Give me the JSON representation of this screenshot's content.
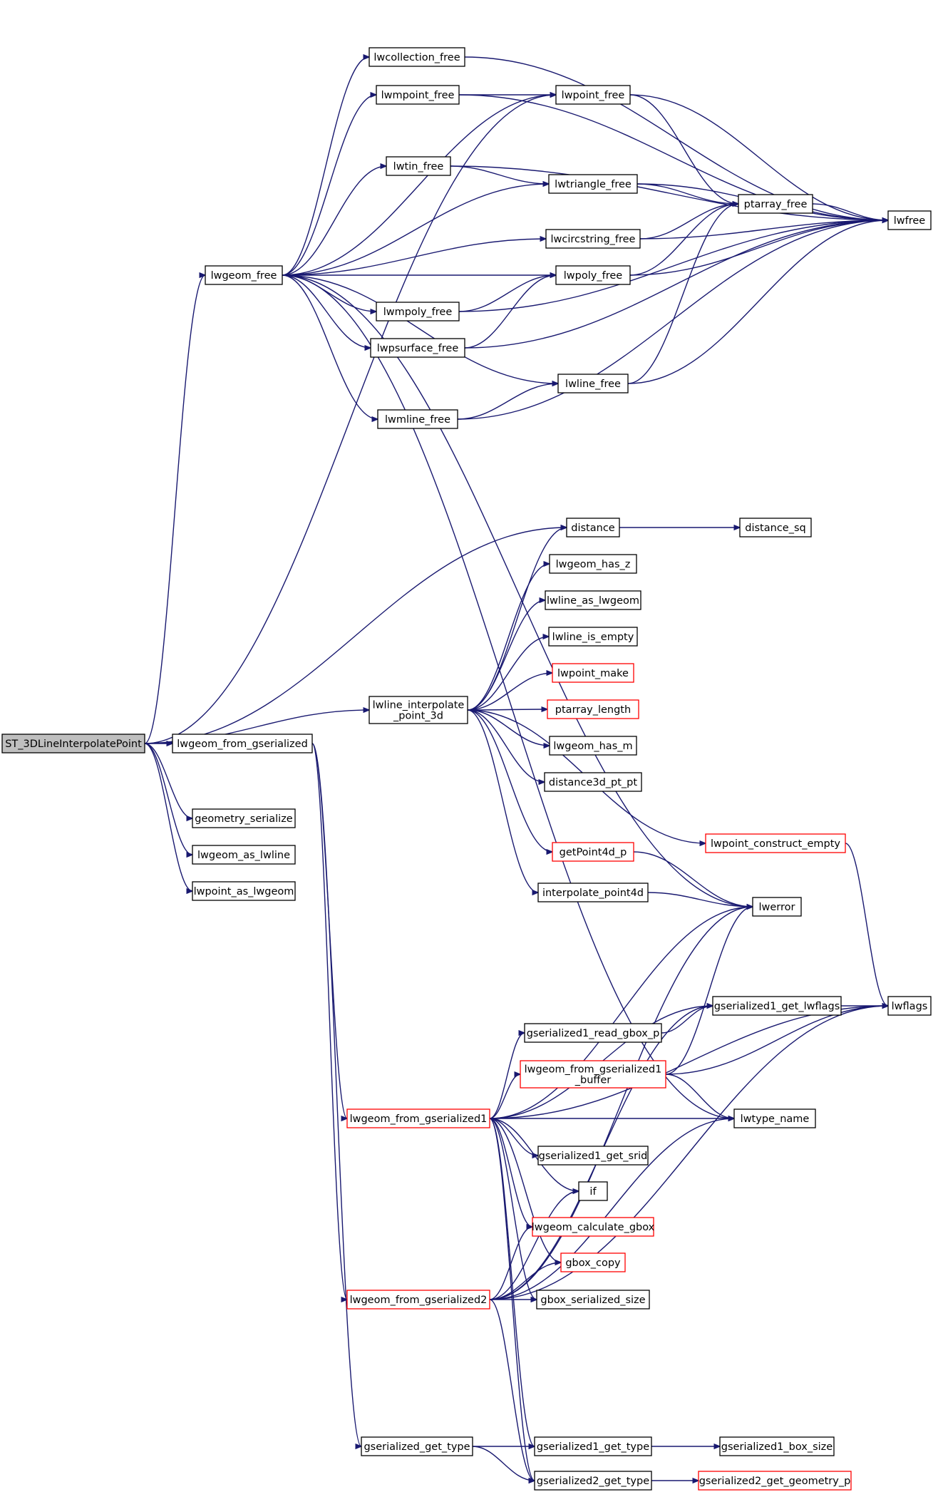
{
  "nodes": [
    {
      "id": "n0",
      "lines": [
        "ST_3DLineInterpolatePoint"
      ],
      "root": true
    },
    {
      "id": "n1",
      "lines": [
        "lwgeom_free"
      ]
    },
    {
      "id": "n2",
      "lines": [
        "lwcollection_free"
      ]
    },
    {
      "id": "n3",
      "lines": [
        "lwmpoint_free"
      ]
    },
    {
      "id": "n4",
      "lines": [
        "lwpoint_free"
      ]
    },
    {
      "id": "n5",
      "lines": [
        "lwfree"
      ]
    },
    {
      "id": "n6",
      "lines": [
        "lwtin_free"
      ]
    },
    {
      "id": "n7",
      "lines": [
        "lwtriangle_free"
      ]
    },
    {
      "id": "n8",
      "lines": [
        "ptarray_free"
      ]
    },
    {
      "id": "n9",
      "lines": [
        "lwcircstring_free"
      ]
    },
    {
      "id": "n10",
      "lines": [
        "lwpoly_free"
      ]
    },
    {
      "id": "n11",
      "lines": [
        "lwmpoly_free"
      ]
    },
    {
      "id": "n12",
      "lines": [
        "lwpsurface_free"
      ]
    },
    {
      "id": "n13",
      "lines": [
        "lwline_free"
      ]
    },
    {
      "id": "n14",
      "lines": [
        "lwmline_free"
      ]
    },
    {
      "id": "n15",
      "lines": [
        "distance"
      ]
    },
    {
      "id": "n16",
      "lines": [
        "distance_sq"
      ]
    },
    {
      "id": "n17",
      "lines": [
        "lwgeom_has_z"
      ]
    },
    {
      "id": "n18",
      "lines": [
        "lwline_as_lwgeom"
      ]
    },
    {
      "id": "n19",
      "lines": [
        "lwline_is_empty"
      ]
    },
    {
      "id": "n20",
      "lines": [
        "lwpoint_make"
      ],
      "truncated": true
    },
    {
      "id": "n21",
      "lines": [
        "lwline_interpolate",
        "_point_3d"
      ]
    },
    {
      "id": "n22",
      "lines": [
        "ptarray_length"
      ],
      "truncated": true
    },
    {
      "id": "n23",
      "lines": [
        "lwgeom_has_m"
      ]
    },
    {
      "id": "n24",
      "lines": [
        "lwgeom_from_gserialized"
      ]
    },
    {
      "id": "n25",
      "lines": [
        "distance3d_pt_pt"
      ]
    },
    {
      "id": "n26",
      "lines": [
        "geometry_serialize"
      ]
    },
    {
      "id": "n27",
      "lines": [
        "lwpoint_construct_empty"
      ],
      "truncated": true
    },
    {
      "id": "n28",
      "lines": [
        "lwgeom_as_lwline"
      ]
    },
    {
      "id": "n29",
      "lines": [
        "getPoint4d_p"
      ],
      "truncated": true
    },
    {
      "id": "n30",
      "lines": [
        "lwpoint_as_lwgeom"
      ]
    },
    {
      "id": "n31",
      "lines": [
        "interpolate_point4d"
      ]
    },
    {
      "id": "n32",
      "lines": [
        "lwerror"
      ]
    },
    {
      "id": "n33",
      "lines": [
        "gserialized1_get_lwflags"
      ]
    },
    {
      "id": "n34",
      "lines": [
        "lwflags"
      ]
    },
    {
      "id": "n35",
      "lines": [
        "gserialized1_read_gbox_p"
      ]
    },
    {
      "id": "n36",
      "lines": [
        "lwgeom_from_gserialized1",
        "_buffer"
      ],
      "truncated": true
    },
    {
      "id": "n37",
      "lines": [
        "lwgeom_from_gserialized1"
      ],
      "truncated": true
    },
    {
      "id": "n38",
      "lines": [
        "lwtype_name"
      ]
    },
    {
      "id": "n39",
      "lines": [
        "gserialized1_get_srid"
      ]
    },
    {
      "id": "n40",
      "lines": [
        "if"
      ]
    },
    {
      "id": "n41",
      "lines": [
        "lwgeom_calculate_gbox"
      ],
      "truncated": true
    },
    {
      "id": "n42",
      "lines": [
        "gbox_copy"
      ],
      "truncated": true
    },
    {
      "id": "n43",
      "lines": [
        "lwgeom_from_gserialized2"
      ],
      "truncated": true
    },
    {
      "id": "n44",
      "lines": [
        "gbox_serialized_size"
      ]
    },
    {
      "id": "n45",
      "lines": [
        "gserialized_get_type"
      ]
    },
    {
      "id": "n46",
      "lines": [
        "gserialized1_get_type"
      ]
    },
    {
      "id": "n47",
      "lines": [
        "gserialized1_box_size"
      ]
    },
    {
      "id": "n48",
      "lines": [
        "gserialized2_get_type"
      ]
    },
    {
      "id": "n49",
      "lines": [
        "gserialized2_get_geometry_p"
      ],
      "truncated": true
    }
  ],
  "edges": [
    [
      "n0",
      "n1"
    ],
    [
      "n0",
      "n15"
    ],
    [
      "n0",
      "n21"
    ],
    [
      "n0",
      "n24"
    ],
    [
      "n0",
      "n26"
    ],
    [
      "n0",
      "n28"
    ],
    [
      "n0",
      "n30"
    ],
    [
      "n0",
      "n4"
    ],
    [
      "n1",
      "n2"
    ],
    [
      "n1",
      "n3"
    ],
    [
      "n1",
      "n4"
    ],
    [
      "n1",
      "n6"
    ],
    [
      "n1",
      "n7"
    ],
    [
      "n1",
      "n9"
    ],
    [
      "n1",
      "n10"
    ],
    [
      "n1",
      "n11"
    ],
    [
      "n1",
      "n12"
    ],
    [
      "n1",
      "n13"
    ],
    [
      "n1",
      "n14"
    ],
    [
      "n1",
      "n38"
    ],
    [
      "n1",
      "n32"
    ],
    [
      "n2",
      "n5"
    ],
    [
      "n3",
      "n4"
    ],
    [
      "n3",
      "n5"
    ],
    [
      "n4",
      "n8"
    ],
    [
      "n4",
      "n5"
    ],
    [
      "n6",
      "n7"
    ],
    [
      "n6",
      "n5"
    ],
    [
      "n7",
      "n8"
    ],
    [
      "n7",
      "n5"
    ],
    [
      "n8",
      "n5"
    ],
    [
      "n9",
      "n8"
    ],
    [
      "n9",
      "n5"
    ],
    [
      "n10",
      "n8"
    ],
    [
      "n10",
      "n5"
    ],
    [
      "n11",
      "n10"
    ],
    [
      "n11",
      "n5"
    ],
    [
      "n12",
      "n10"
    ],
    [
      "n12",
      "n5"
    ],
    [
      "n13",
      "n8"
    ],
    [
      "n13",
      "n5"
    ],
    [
      "n14",
      "n13"
    ],
    [
      "n14",
      "n5"
    ],
    [
      "n15",
      "n16"
    ],
    [
      "n21",
      "n15"
    ],
    [
      "n21",
      "n17"
    ],
    [
      "n21",
      "n18"
    ],
    [
      "n21",
      "n19"
    ],
    [
      "n21",
      "n20"
    ],
    [
      "n21",
      "n22"
    ],
    [
      "n21",
      "n23"
    ],
    [
      "n21",
      "n25"
    ],
    [
      "n21",
      "n27"
    ],
    [
      "n21",
      "n29"
    ],
    [
      "n21",
      "n31"
    ],
    [
      "n24",
      "n37"
    ],
    [
      "n24",
      "n43"
    ],
    [
      "n24",
      "n45"
    ],
    [
      "n27",
      "n34"
    ],
    [
      "n29",
      "n32"
    ],
    [
      "n31",
      "n32"
    ],
    [
      "n33",
      "n34"
    ],
    [
      "n35",
      "n33"
    ],
    [
      "n36",
      "n32"
    ],
    [
      "n36",
      "n34"
    ],
    [
      "n36",
      "n38"
    ],
    [
      "n37",
      "n32"
    ],
    [
      "n37",
      "n33"
    ],
    [
      "n37",
      "n34"
    ],
    [
      "n37",
      "n35"
    ],
    [
      "n37",
      "n36"
    ],
    [
      "n37",
      "n38"
    ],
    [
      "n37",
      "n39"
    ],
    [
      "n37",
      "n40"
    ],
    [
      "n37",
      "n41"
    ],
    [
      "n37",
      "n42"
    ],
    [
      "n37",
      "n44"
    ],
    [
      "n37",
      "n46"
    ],
    [
      "n37",
      "n48"
    ],
    [
      "n43",
      "n40"
    ],
    [
      "n43",
      "n41"
    ],
    [
      "n43",
      "n42"
    ],
    [
      "n43",
      "n44"
    ],
    [
      "n43",
      "n48"
    ],
    [
      "n43",
      "n32"
    ],
    [
      "n43",
      "n33"
    ],
    [
      "n43",
      "n38"
    ],
    [
      "n43",
      "n34"
    ],
    [
      "n45",
      "n46"
    ],
    [
      "n45",
      "n48"
    ],
    [
      "n46",
      "n47"
    ],
    [
      "n48",
      "n49"
    ]
  ]
}
